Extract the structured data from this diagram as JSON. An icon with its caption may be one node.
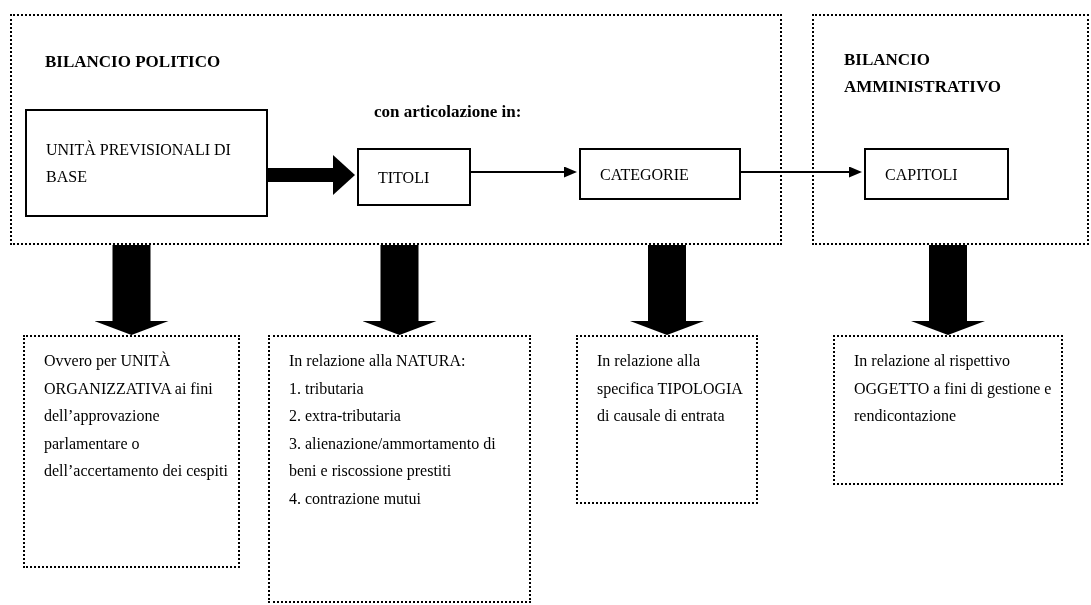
{
  "diagram": {
    "nodes": [
      {
        "text": [
          "BILANCIO POLITICO",
          "con articolazione in:"
        ]
      },
      {
        "text": [
          "UNITÀ PREVISIONALI DI BASE"
        ],
        "in": 0
      },
      {
        "text": [
          "TITOLI"
        ],
        "in": 0
      },
      {
        "text": [
          "CATEGORIE"
        ],
        "in": 0
      },
      {
        "text": [
          "BILANCIO AMMINISTRATIVO"
        ]
      },
      {
        "text": [
          "CAPITOLI"
        ],
        "in": 4
      },
      {
        "text": [
          "Ovvero per  UNITÀ ORGANIZZATIVA ai fini dell’approvazione parlamentare o dell’accertamento dei cespiti"
        ]
      },
      {
        "text": [
          "In relazione alla NATURA:",
          "1. tributaria",
          "2. extra-tributaria",
          "3. alienazione/ammortamento di beni e riscossione prestiti",
          "4. contrazione mutui"
        ]
      },
      {
        "text": [
          "In relazione alla specifica TIPOLOGIA di causale di entrata"
        ]
      },
      {
        "text": [
          "In relazione al rispettivo OGGETTO a fini di gestione e rendicontazione"
        ]
      }
    ],
    "edges": [
      {
        "from": 1,
        "to": 2,
        "arrow": "to"
      },
      {
        "from": 2,
        "to": 3,
        "arrow": "to"
      },
      {
        "from": 3,
        "to": 5,
        "arrow": "to"
      },
      {
        "from": 0,
        "to": 6,
        "arrow": "to"
      },
      {
        "from": 0,
        "to": 7,
        "arrow": "to"
      },
      {
        "from": 0,
        "to": 8,
        "arrow": "to"
      },
      {
        "from": 4,
        "to": 9,
        "arrow": "to"
      }
    ]
  }
}
